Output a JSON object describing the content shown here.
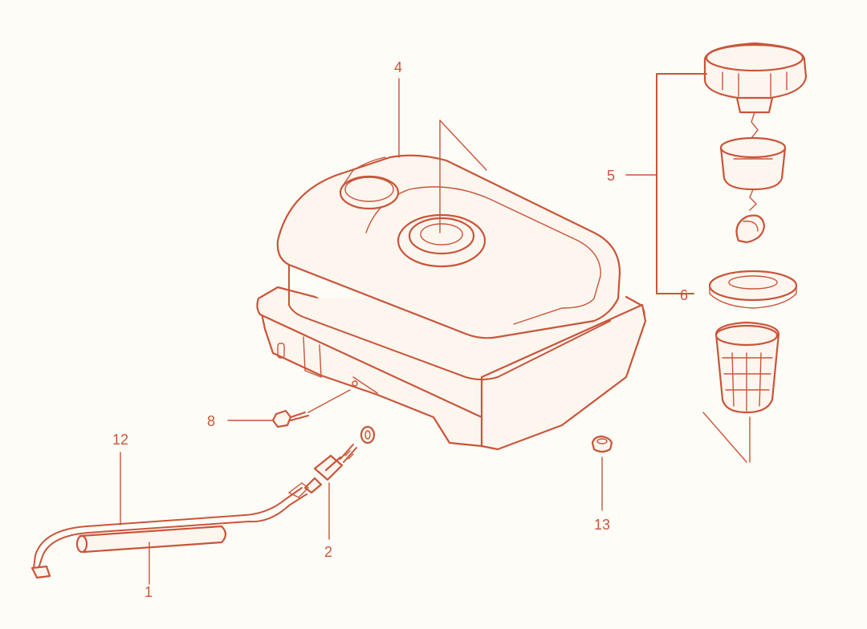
{
  "callouts": {
    "c1": "1",
    "c2": "2",
    "c4": "4",
    "c5": "5",
    "c6": "6",
    "c8": "8",
    "c12": "12",
    "c13": "13"
  },
  "colors": {
    "line": "#c9553a",
    "background": "#fefcf6"
  }
}
